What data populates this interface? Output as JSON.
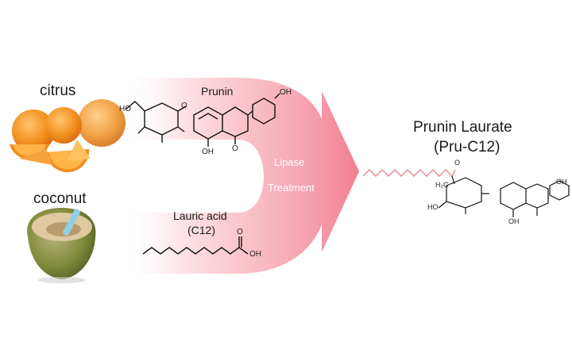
{
  "sources": {
    "citrus": "citrus",
    "coconut": "coconut"
  },
  "reactants": {
    "prunin": "Prunin",
    "lauric_acid_line1": "Lauric acid",
    "lauric_acid_line2": "(C12)"
  },
  "process": {
    "line1": "Lipase",
    "line2": "Treatment"
  },
  "product": {
    "line1": "Prunin Laurate",
    "line2": "(Pru-C12)"
  },
  "chem_labels": {
    "ho": "HO",
    "oh": "OH",
    "o": "O",
    "ch2": "H₂C"
  },
  "colors": {
    "arrow": "#f48c9c",
    "chain_pink": "#e88893",
    "orange": "#f28c1e",
    "coconut_green": "#7a8d3c"
  }
}
